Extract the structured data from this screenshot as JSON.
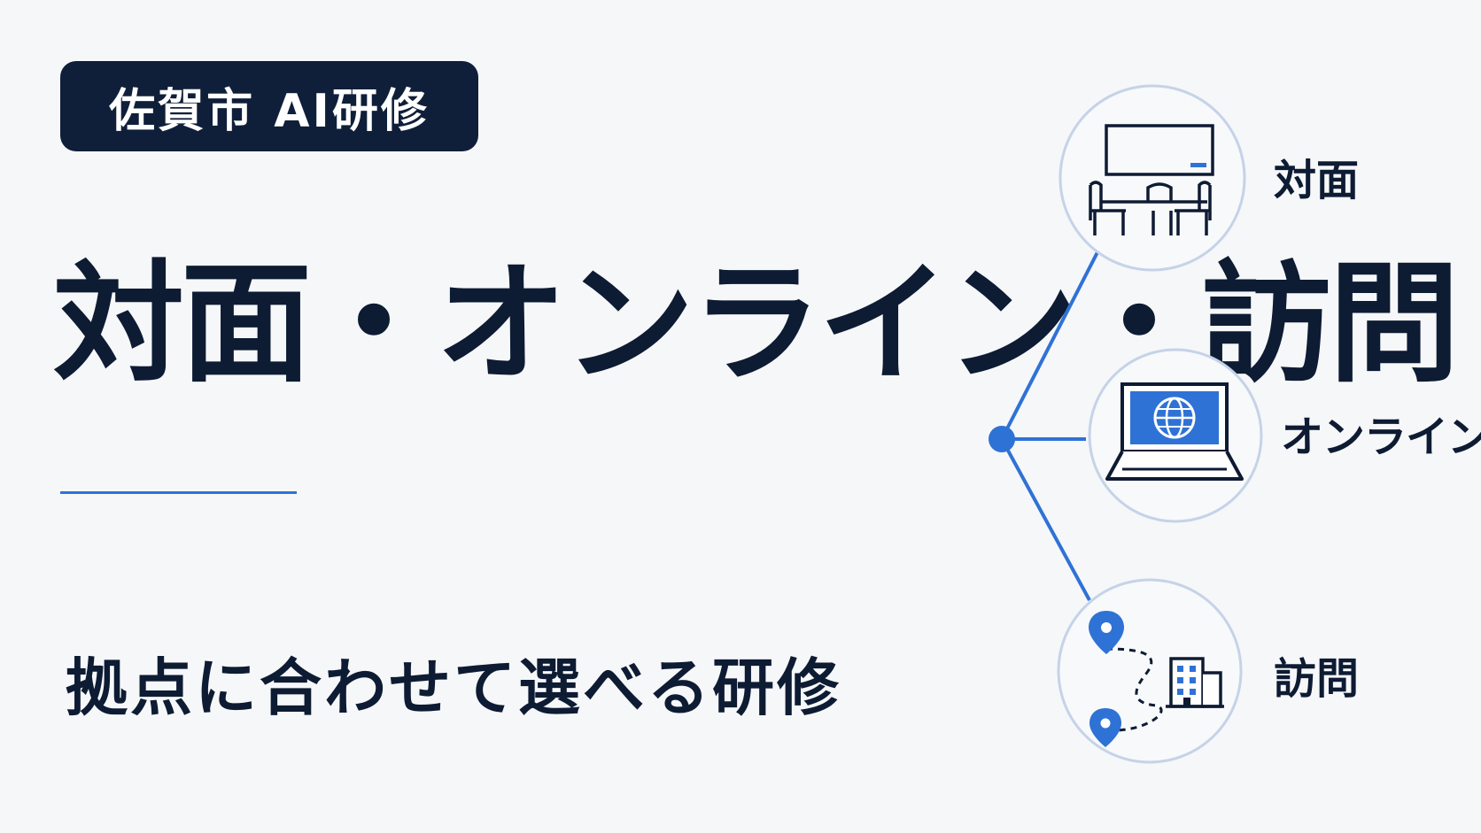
{
  "badge": {
    "label": "佐賀市 AI研修"
  },
  "headline": {
    "text": "対面・オンライン・訪問"
  },
  "subline": {
    "text": "拠点に合わせて選べる研修"
  },
  "options": [
    {
      "label": "対面",
      "icon": "meeting-room-icon"
    },
    {
      "label": "オンライン",
      "icon": "laptop-globe-icon"
    },
    {
      "label": "訪問",
      "icon": "map-route-building-icon"
    }
  ],
  "colors": {
    "navy": "#0f1f3a",
    "accent_blue": "#2f72d6",
    "circle_border": "#c5d3e8",
    "background": "#f6f7f9"
  }
}
